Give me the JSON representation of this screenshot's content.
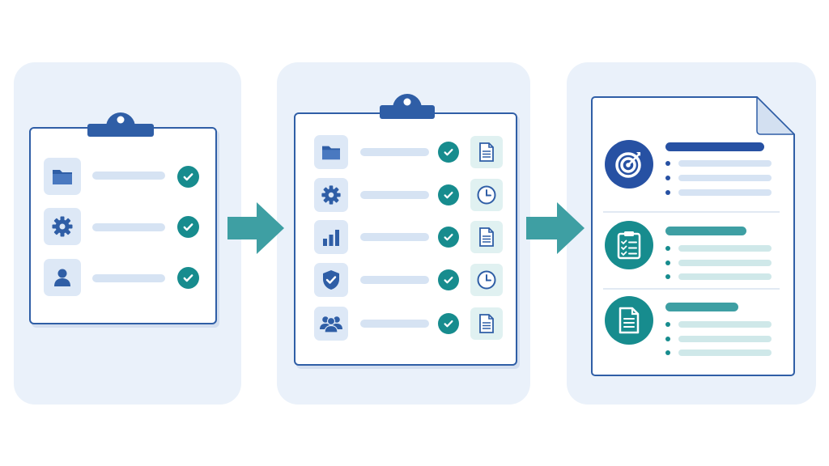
{
  "diagram": {
    "stages": [
      {
        "name": "basic-checklist",
        "row_icons": [
          "folder-icon",
          "gear-icon",
          "user-icon"
        ],
        "status_icon": "check-circle-icon"
      },
      {
        "name": "detailed-checklist",
        "row_icons": [
          "folder-icon",
          "gear-icon",
          "bar-chart-icon",
          "shield-check-icon",
          "users-icon"
        ],
        "status_icon": "check-circle-icon",
        "side_icons": [
          "document-icon",
          "clock-icon",
          "document-icon",
          "clock-icon",
          "document-icon"
        ]
      },
      {
        "name": "final-report",
        "sections": [
          {
            "icon": "target-icon",
            "bullet_lines": 3
          },
          {
            "icon": "clipboard-checklist-icon",
            "bullet_lines": 3
          },
          {
            "icon": "document-icon",
            "bullet_lines": 3
          }
        ]
      }
    ],
    "connectors": [
      "right-arrow-icon",
      "right-arrow-icon"
    ]
  },
  "colors": {
    "panel_background": "#eaf1fa",
    "outline_blue": "#2f5ea6",
    "deep_blue": "#2751a3",
    "teal": "#178c8e",
    "teal_light": "#3e9fa3",
    "placeholder_bar": "#d6e3f3",
    "teal_line": "#cfe8e9",
    "tile_blue": "#dde8f6",
    "tile_teal": "#e0f1f1"
  }
}
